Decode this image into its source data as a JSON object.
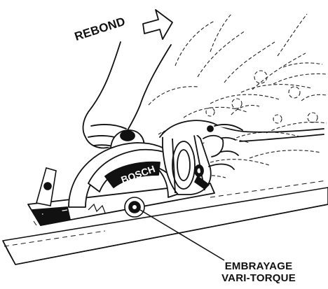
{
  "labels": {
    "kickback": "REBOND",
    "clutch_line1": "EMBRAYAGE",
    "clutch_line2": "VARI-TORQUE",
    "brand": "BOSCH"
  },
  "colors": {
    "ink": "#111111",
    "background": "#ffffff"
  },
  "icons": {
    "kickback_arrow": "outlined-arrow-up-right"
  }
}
